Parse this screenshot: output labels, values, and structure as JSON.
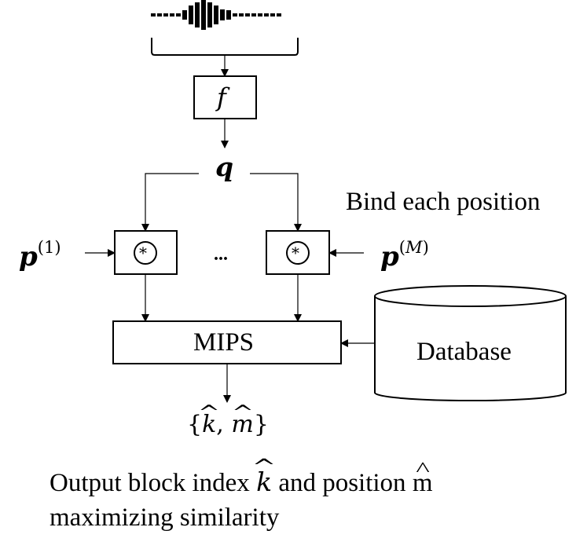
{
  "diagram": {
    "input_signal": {
      "icon": "waveform-icon"
    },
    "encoder": {
      "label": "f"
    },
    "query": {
      "label": "q"
    },
    "bind_annotation": "Bind each position",
    "bind_left": {
      "operator": "*",
      "key_base": "p",
      "key_sup": "(1)"
    },
    "bind_ellipsis": "...",
    "bind_right": {
      "operator": "*",
      "key_base": "p",
      "key_sup_open": "(",
      "key_sup_var": "M",
      "key_sup_close": ")"
    },
    "search": {
      "label": "MIPS"
    },
    "database": {
      "label": "Database"
    },
    "result": {
      "open": "{",
      "k": "k",
      "sep": ", ",
      "m": "m",
      "close": "}"
    },
    "caption": {
      "line1_a": "Output block index ",
      "line1_k": "k",
      "line1_b": " and position ",
      "line1_m": "m",
      "line2": "maximizing similarity"
    }
  }
}
